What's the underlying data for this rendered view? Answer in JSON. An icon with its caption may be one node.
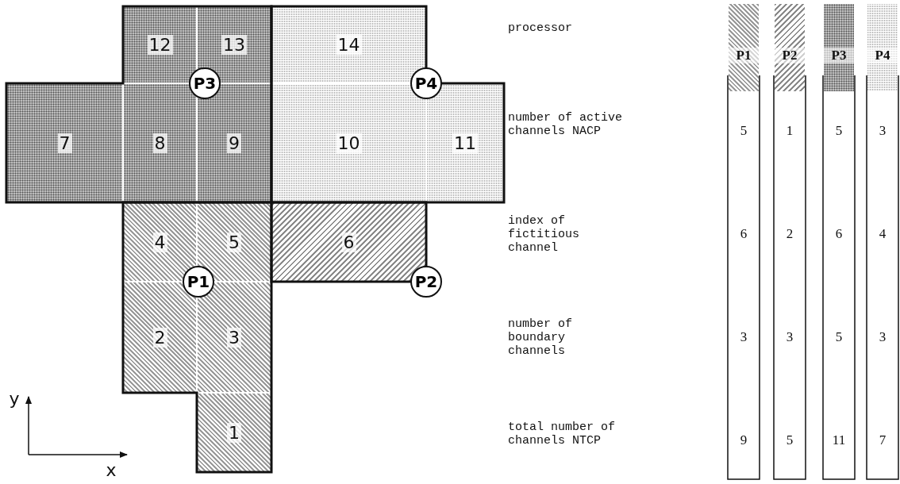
{
  "diagram": {
    "nodes": [
      {
        "text": [
          "12"
        ]
      },
      {
        "text": [
          "13"
        ]
      },
      {
        "text": [
          "14"
        ]
      },
      {
        "text": [
          "P3"
        ]
      },
      {
        "text": [
          "P4"
        ]
      },
      {
        "text": [
          "7"
        ]
      },
      {
        "text": [
          "8"
        ]
      },
      {
        "text": [
          "9"
        ]
      },
      {
        "text": [
          "10"
        ]
      },
      {
        "text": [
          "11"
        ]
      },
      {
        "text": [
          "4"
        ]
      },
      {
        "text": [
          "5"
        ]
      },
      {
        "text": [
          "6"
        ]
      },
      {
        "text": [
          "P1"
        ]
      },
      {
        "text": [
          "P2"
        ]
      },
      {
        "text": [
          "2"
        ]
      },
      {
        "text": [
          "3"
        ]
      },
      {
        "text": [
          "1"
        ]
      }
    ],
    "labels": [
      "processor",
      "P1",
      "P2",
      "P3",
      "P4",
      "number of active channels NACP",
      "5",
      "1",
      "5",
      "3",
      "index of fictitious channel",
      "6",
      "2",
      "6",
      "4",
      "number of boundary channels",
      "3",
      "3",
      "5",
      "3",
      "total number of channels NTCP",
      "9",
      "5",
      "11",
      "7",
      "y",
      "x"
    ]
  }
}
